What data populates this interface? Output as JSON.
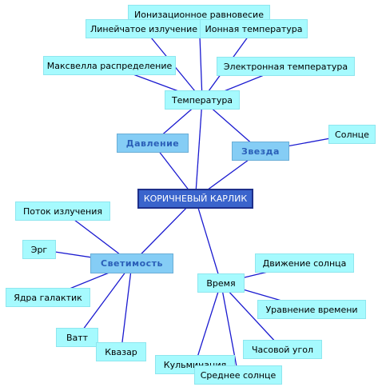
{
  "root": {
    "id": "root",
    "label": "КОРИЧНЕВЫЙ КАРЛИК"
  },
  "nodes": [
    {
      "id": "temperatura",
      "label": "Температура",
      "kind": "leaf"
    },
    {
      "id": "davlenie",
      "label": "Давление",
      "kind": "hub"
    },
    {
      "id": "zvezda",
      "label": "Звезда",
      "kind": "hub"
    },
    {
      "id": "svetimost",
      "label": "Светимость",
      "kind": "hub"
    },
    {
      "id": "vremya",
      "label": "Время",
      "kind": "leaf"
    },
    {
      "id": "ioniz",
      "label": "Ионизационное равновесие",
      "kind": "leaf"
    },
    {
      "id": "lineich",
      "label": "Линейчатое излучение",
      "kind": "leaf"
    },
    {
      "id": "ionnaya",
      "label": "Ионная температура",
      "kind": "leaf"
    },
    {
      "id": "maxwell",
      "label": "Максвелла распределение",
      "kind": "leaf"
    },
    {
      "id": "elektron",
      "label": "Электронная температура",
      "kind": "leaf"
    },
    {
      "id": "solnce",
      "label": "Солнце",
      "kind": "leaf"
    },
    {
      "id": "potok",
      "label": "Поток излучения",
      "kind": "leaf"
    },
    {
      "id": "erg",
      "label": "Эрг",
      "kind": "leaf"
    },
    {
      "id": "yadra",
      "label": "Ядра галактик",
      "kind": "leaf"
    },
    {
      "id": "vatt",
      "label": "Ватт",
      "kind": "leaf"
    },
    {
      "id": "kvazar",
      "label": "Квазар",
      "kind": "leaf"
    },
    {
      "id": "dvizhenie",
      "label": "Движение солнца",
      "kind": "leaf"
    },
    {
      "id": "uravnenie",
      "label": "Уравнение времени",
      "kind": "leaf"
    },
    {
      "id": "chasovoy",
      "label": "Часовой угол",
      "kind": "leaf"
    },
    {
      "id": "kulminaciya",
      "label": "Кульминация",
      "kind": "leaf"
    },
    {
      "id": "srednee",
      "label": "Среднее солнце",
      "kind": "leaf"
    }
  ],
  "edges": [
    [
      "root",
      "temperatura"
    ],
    [
      "root",
      "davlenie"
    ],
    [
      "root",
      "zvezda"
    ],
    [
      "root",
      "svetimost"
    ],
    [
      "root",
      "vremya"
    ],
    [
      "temperatura",
      "ioniz"
    ],
    [
      "temperatura",
      "lineich"
    ],
    [
      "temperatura",
      "ionnaya"
    ],
    [
      "temperatura",
      "maxwell"
    ],
    [
      "temperatura",
      "elektron"
    ],
    [
      "temperatura",
      "davlenie"
    ],
    [
      "temperatura",
      "zvezda"
    ],
    [
      "zvezda",
      "solnce"
    ],
    [
      "svetimost",
      "potok"
    ],
    [
      "svetimost",
      "erg"
    ],
    [
      "svetimost",
      "yadra"
    ],
    [
      "svetimost",
      "vatt"
    ],
    [
      "svetimost",
      "kvazar"
    ],
    [
      "vremya",
      "dvizhenie"
    ],
    [
      "vremya",
      "uravnenie"
    ],
    [
      "vremya",
      "chasovoy"
    ],
    [
      "vremya",
      "kulminaciya"
    ],
    [
      "vremya",
      "srednee"
    ]
  ],
  "colors": {
    "leaf_fill": "#a6fafe",
    "hub_fill": "#85cdf5",
    "hub_text": "#2a5fb8",
    "root_fill": "#3a64cc",
    "edge": "#1a1ad0"
  }
}
